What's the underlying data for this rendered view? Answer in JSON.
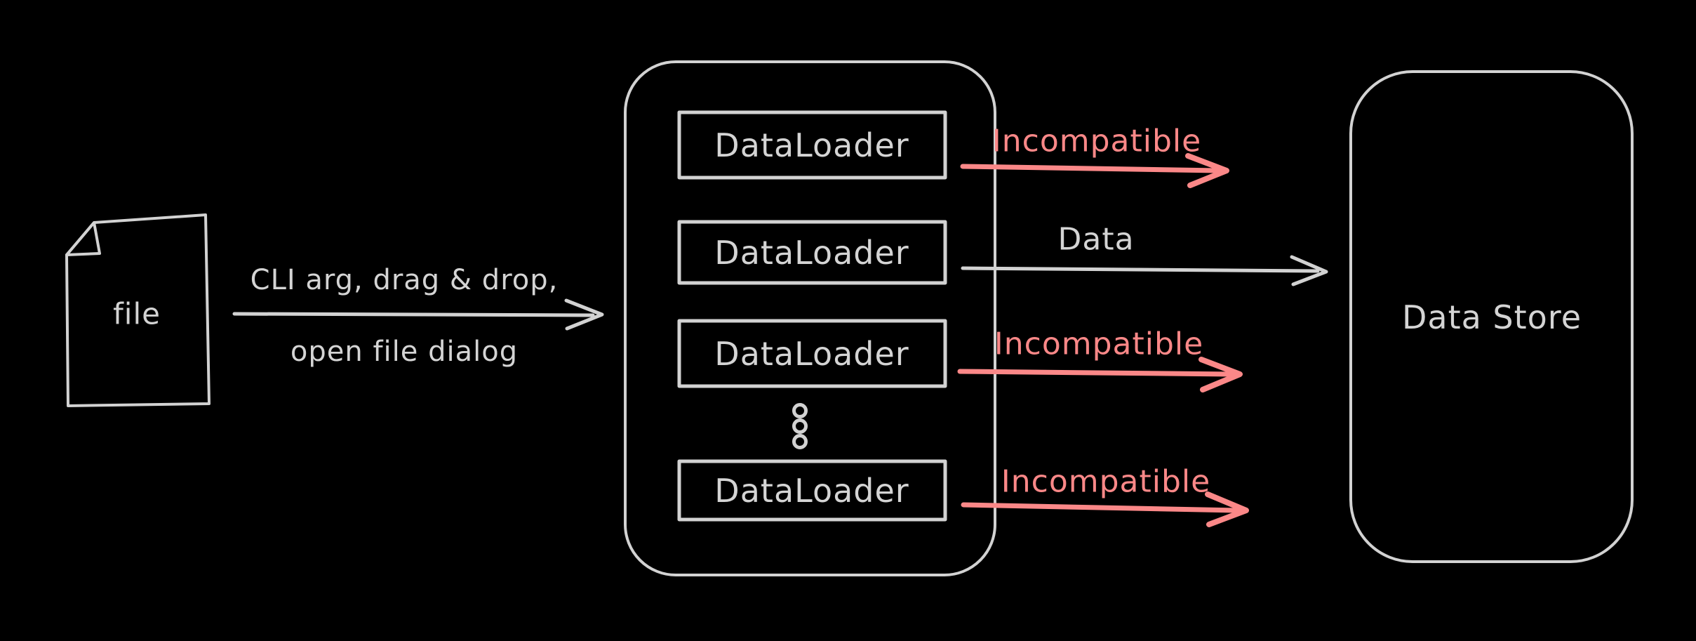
{
  "canvas": {
    "background_color": "#000000",
    "stroke_color": "#d2d2d2",
    "text_color": "#d4d4d4",
    "error_color": "#fb8888"
  },
  "file_node": {
    "label": "file"
  },
  "input_arrow": {
    "label_line1": "CLI arg, drag & drop,",
    "label_line2": "open file dialog"
  },
  "loader_container": {
    "boxes": [
      {
        "label": "DataLoader"
      },
      {
        "label": "DataLoader"
      },
      {
        "label": "DataLoader"
      },
      {
        "label": "DataLoader"
      }
    ],
    "ellipsis_icon": "vertical-ellipsis"
  },
  "output_arrows": [
    {
      "label": "Incompatible",
      "status": "incompatible",
      "color": "#fb8888"
    },
    {
      "label": "Data",
      "status": "data",
      "color": "#d2d2d2"
    },
    {
      "label": "Incompatible",
      "status": "incompatible",
      "color": "#fb8888"
    },
    {
      "label": "Incompatible",
      "status": "incompatible",
      "color": "#fb8888"
    }
  ],
  "data_store": {
    "label": "Data Store"
  }
}
